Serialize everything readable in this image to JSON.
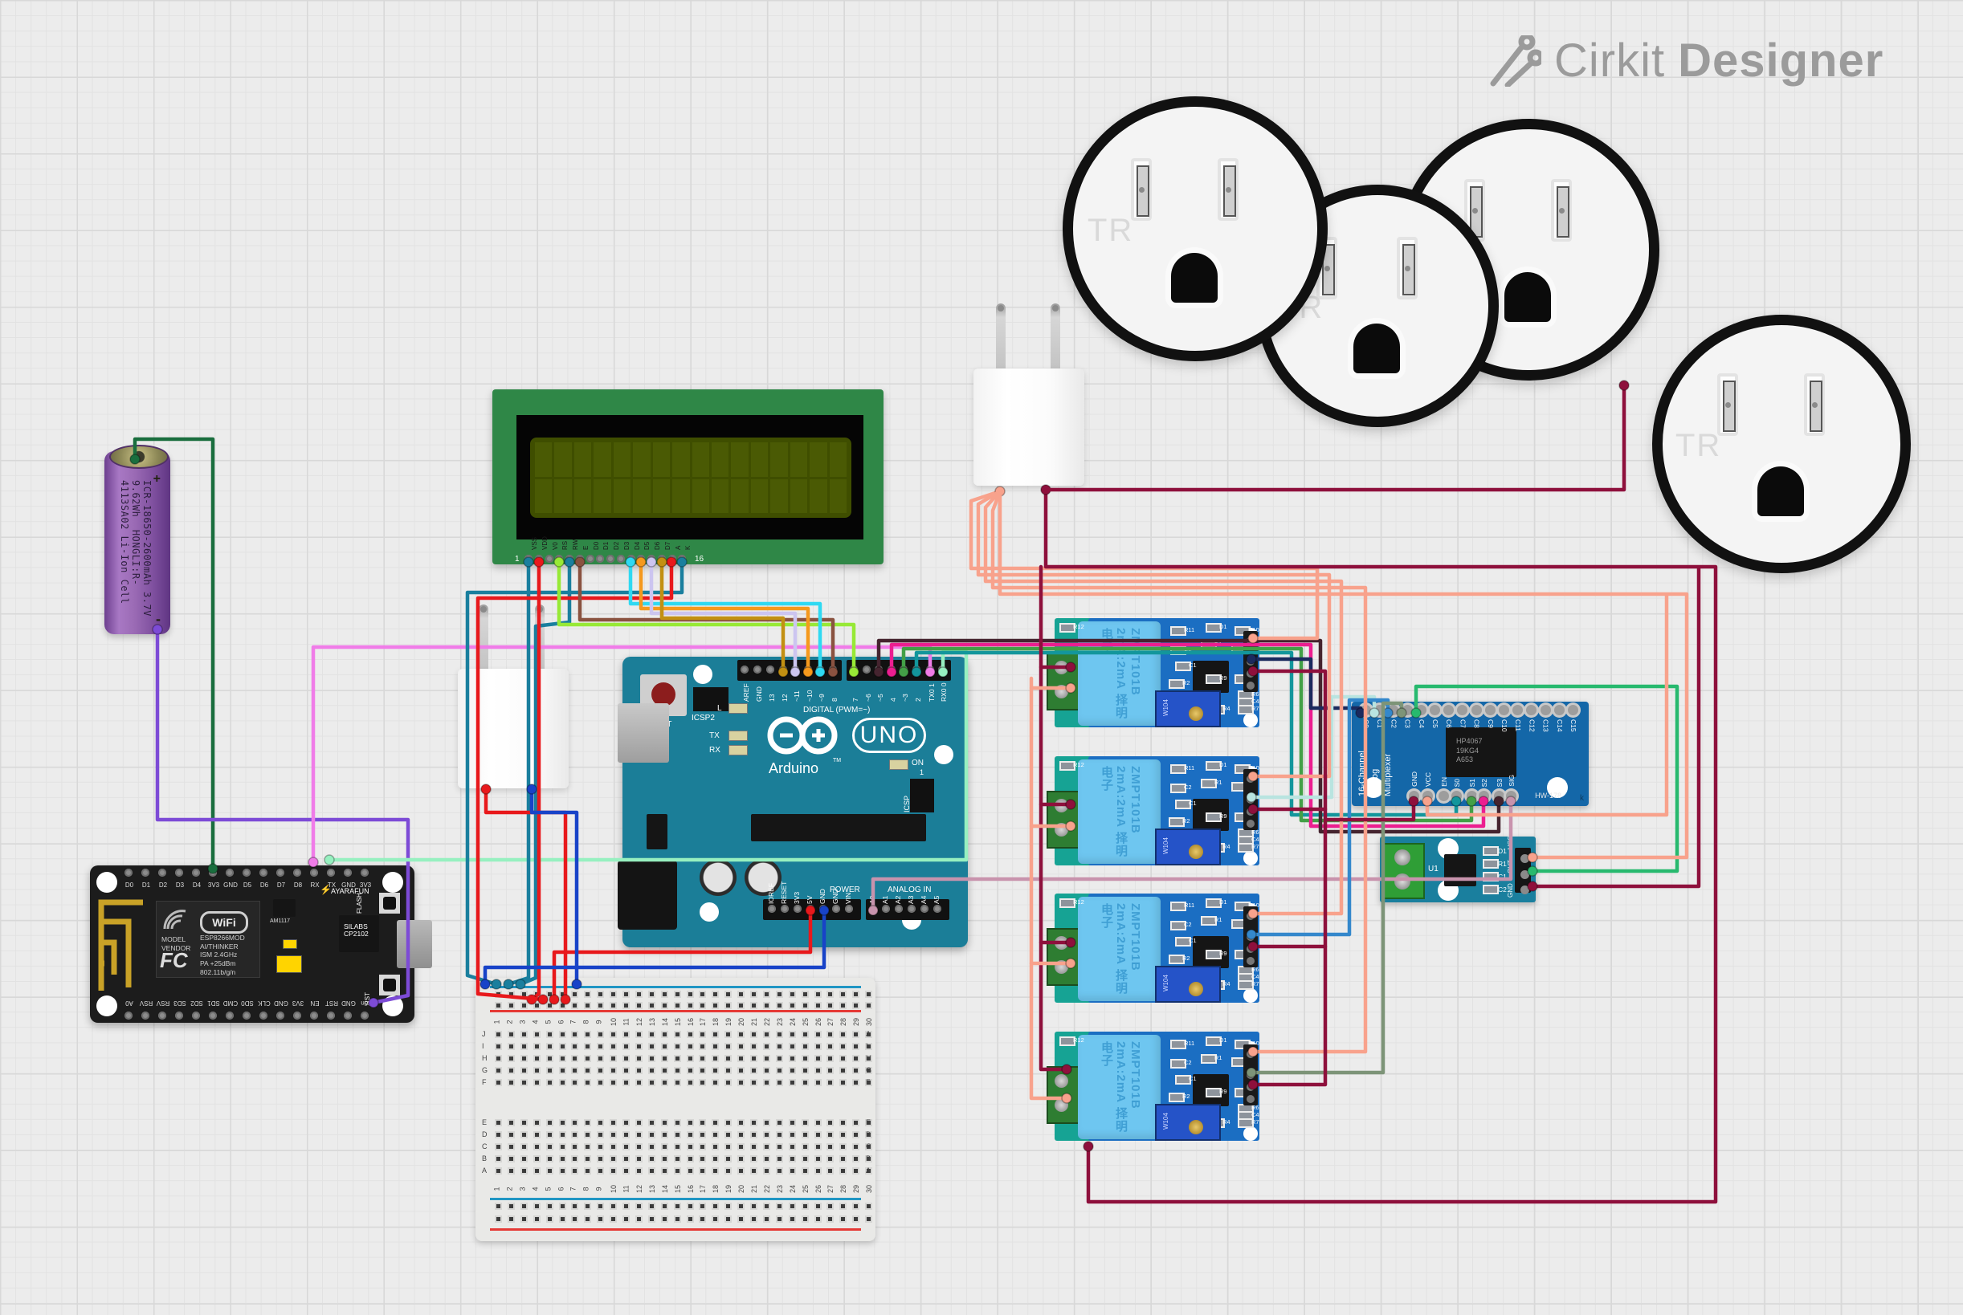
{
  "app": {
    "brand_light": "Cirkit",
    "brand_bold": "Designer"
  },
  "outlet": {
    "label": "TR"
  },
  "battery": {
    "plus": "+",
    "minus": "-",
    "line1": "ICR-18650-2600mAh 3.7V 9.62Wh",
    "line2": "HONGLI:R-4113SA02 Li-Ion Cell"
  },
  "nodemcu": {
    "top_pins": [
      "D0",
      "D1",
      "D2",
      "D3",
      "D4",
      "3V3",
      "GND",
      "D5",
      "D6",
      "D7",
      "D8",
      "RX",
      "TX",
      "GND",
      "3V3"
    ],
    "bottom_pins": [
      "A0",
      "RSV",
      "RSV",
      "SD3",
      "SD2",
      "SD1",
      "CMD",
      "SD0",
      "CLK",
      "GND",
      "3V3",
      "EN",
      "RST",
      "GND",
      "Vin"
    ],
    "wifi": "WiFi",
    "model_label": "MODEL",
    "vendor_label": "VENDOR",
    "fcc": "FC",
    "module": "ESP8266MOD",
    "vendor": "AI/THINKER",
    "ism": "ISM 2.4GHz",
    "pa": "PA +25dBm",
    "std": "802.11b/g/n",
    "reg_chip": "AM1117",
    "brand": "AYARAFUN",
    "usb_chip_l1": "SILABS",
    "usb_chip_l2": "CP2102",
    "flash": "FLASH",
    "rst": "RST"
  },
  "lcd": {
    "pin_first": "1",
    "pin_last": "16",
    "pins": [
      "VSS",
      "VDD",
      "V0",
      "RS",
      "RW",
      "E",
      "D0",
      "D1",
      "D2",
      "D3",
      "D4",
      "D5",
      "D6",
      "D7",
      "A",
      "K"
    ]
  },
  "arduino": {
    "reset": "RESET",
    "icsp2": "ICSP2",
    "icsp": "ICSP",
    "one": "1",
    "digital_label": "DIGITAL (PWM=~)",
    "digital_pins_a": [
      "AREF",
      "GND",
      "13",
      "12",
      "~11",
      "~10",
      "~9",
      "8"
    ],
    "digital_pins_b": [
      "7",
      "~6",
      "~5",
      "4",
      "~3",
      "2",
      "TX0 1",
      "RX0 0"
    ],
    "led_l": "L",
    "led_tx": "TX",
    "led_rx": "RX",
    "on": "ON",
    "brand": "Arduino",
    "tm": "TM",
    "uno": "UNO",
    "power_label": "POWER",
    "power_pins": [
      "IOREF",
      "RESET",
      "3V3",
      "5V",
      "GND",
      "GND",
      "VIN"
    ],
    "analog_label": "ANALOG IN",
    "analog_pins": [
      "A0",
      "A1",
      "A2",
      "A3",
      "A4",
      "A5"
    ]
  },
  "breadboard": {
    "columns": [
      "1",
      "2",
      "3",
      "4",
      "5",
      "6",
      "7",
      "8",
      "9",
      "10",
      "11",
      "12",
      "13",
      "14",
      "15",
      "16",
      "17",
      "18",
      "19",
      "20",
      "21",
      "22",
      "23",
      "24",
      "25",
      "26",
      "27",
      "28",
      "29",
      "30"
    ],
    "rows_top": [
      "J",
      "I",
      "H",
      "G",
      "F"
    ],
    "rows_bottom": [
      "E",
      "D",
      "C",
      "B",
      "A"
    ]
  },
  "zmpt": {
    "transformer_l1": "ZMPT101B",
    "transformer_l2": "2mA:2mA",
    "transformer_cn": "择明电子",
    "trimmer": "W104",
    "labels": [
      "R12",
      "R11",
      "D1",
      "R10",
      "R1",
      "C5",
      "C2",
      "C1",
      "R2",
      "R9",
      "C3",
      "R3",
      "R8",
      "R4",
      "R5",
      "R6",
      "C4",
      "R7"
    ]
  },
  "mux": {
    "title_lines": [
      "16-Channel",
      "Analog",
      "Multiplexer"
    ],
    "top_pins": [
      "C0",
      "C1",
      "C2",
      "C3",
      "C4",
      "C5",
      "C6",
      "C7",
      "C8",
      "C9",
      "C10",
      "C11",
      "C12",
      "C13",
      "C14",
      "C15"
    ],
    "bottom_pins": [
      "GND",
      "VCC",
      "EN",
      "S0",
      "S1",
      "S2",
      "S3",
      "SIG"
    ],
    "chip_lines": [
      "HP4067",
      "19KG4",
      "A653"
    ],
    "part": "HW-178",
    "corner": "k"
  },
  "sensor": {
    "ref": "U1",
    "labels": [
      "D1",
      "R1",
      "C1",
      "C2"
    ],
    "pins": [
      "VCC",
      "OUT",
      "GND"
    ]
  },
  "palette": {
    "board_teal": "#1b7e98",
    "board_blue": "#1b6ec2",
    "mux_blue": "#1467a8",
    "lcd_green": "#2f8747",
    "lcd_screen": "#3f4e00",
    "nodemcu_black": "#1c1c1c",
    "battery_purple": "#9b6bb5",
    "logo_gray": "#9b9b9b",
    "wire_green": "#1a6e3e",
    "wire_purple": "#7d4bd6",
    "wire_pink": "#f07ce8",
    "wire_mint": "#97f0c0",
    "wire_teal": "#1a7f9e",
    "wire_red": "#e8191c",
    "wire_blue": "#1843c8",
    "wire_chartreuse": "#97e936",
    "wire_brown": "#8a5240",
    "wire_cyan": "#2fd9f2",
    "wire_orange": "#f5991d",
    "wire_lavender": "#ccc5f0",
    "wire_gold": "#c29012",
    "wire_navy": "#1b2a5e",
    "wire_palecyan": "#b9e4e0",
    "wire_midblue": "#3488cc",
    "wire_graygreen": "#7d9478",
    "wire_brightgreen": "#27b96e",
    "wire_salmon": "#f8a28c",
    "wire_crimson": "#8e103c",
    "wire_magenta": "#ec1e90",
    "wire_sgreen": "#43a047",
    "wire_steal": "#13969c",
    "wire_maroon": "#45242f",
    "wire_mauve": "#c893ad"
  }
}
